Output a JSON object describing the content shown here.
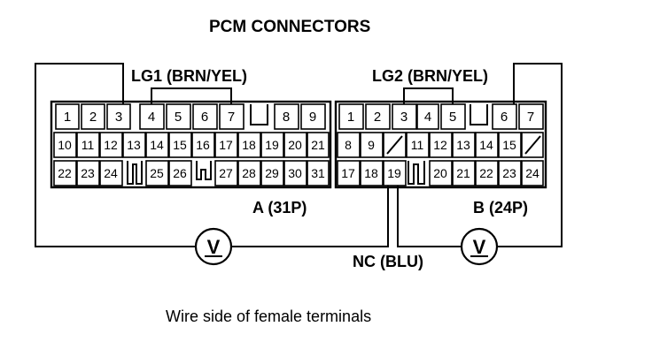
{
  "title": "PCM CONNECTORS",
  "caption": "Wire side of female terminals",
  "labels": {
    "lg1": "LG1 (BRN/YEL)",
    "lg2": "LG2 (BRN/YEL)",
    "nc": "NC (BLU)",
    "conn_a": "A (31P)",
    "conn_b": "B (24P)"
  },
  "connector_a": {
    "row1": [
      "1",
      "2",
      "3",
      "4",
      "5",
      "6",
      "7",
      "8",
      "9"
    ],
    "row2": [
      "10",
      "11",
      "12",
      "13",
      "14",
      "15",
      "16",
      "17",
      "18",
      "19",
      "20",
      "21"
    ],
    "row3": [
      "22",
      "23",
      "24",
      "25",
      "26",
      "27",
      "28",
      "29",
      "30",
      "31"
    ]
  },
  "connector_b": {
    "row1": [
      "1",
      "2",
      "3",
      "4",
      "5",
      "6",
      "7"
    ],
    "row2": [
      "8",
      "9",
      "11",
      "12",
      "13",
      "14",
      "15"
    ],
    "row3": [
      "17",
      "18",
      "19",
      "20",
      "21",
      "22",
      "23",
      "24"
    ]
  },
  "meters": [
    {
      "symbol": "V"
    },
    {
      "symbol": "V"
    }
  ]
}
